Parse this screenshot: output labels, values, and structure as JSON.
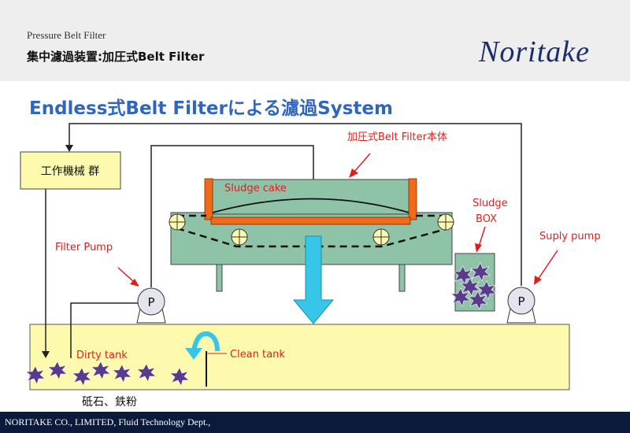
{
  "header": {
    "subtitle": "Pressure Belt Filter",
    "title": "集中濾過装置:加圧式Belt Filter",
    "logo": "Noritake"
  },
  "slide": {
    "heading": "Endless式Belt Filterによる濾過System"
  },
  "labels": {
    "machine_group": "工作機械 群",
    "filter_body": "加圧式Belt Filter本体",
    "sludge_cake": "Sludge cake",
    "sludge_box_line1": "Sludge",
    "sludge_box_line2": "BOX",
    "filter_pump": "Filter Pump",
    "suply_pump": "Suply pump",
    "pump_symbol": "P",
    "dirty_tank": "Dirty tank",
    "clean_tank": "Clean tank",
    "chips": "砥石、鉄粉"
  },
  "footer": {
    "text": "NORITAKE CO., LIMITED, Fluid Technology Dept.,"
  },
  "colors": {
    "tank": "#fdfaae",
    "filter_body": "#8fc3a8",
    "plate": "#f06a1a",
    "arrow_down": "#35c6e8",
    "label_red": "#e01e1e",
    "chip": "#5a3a8a",
    "footer": "#0b1a3a"
  }
}
